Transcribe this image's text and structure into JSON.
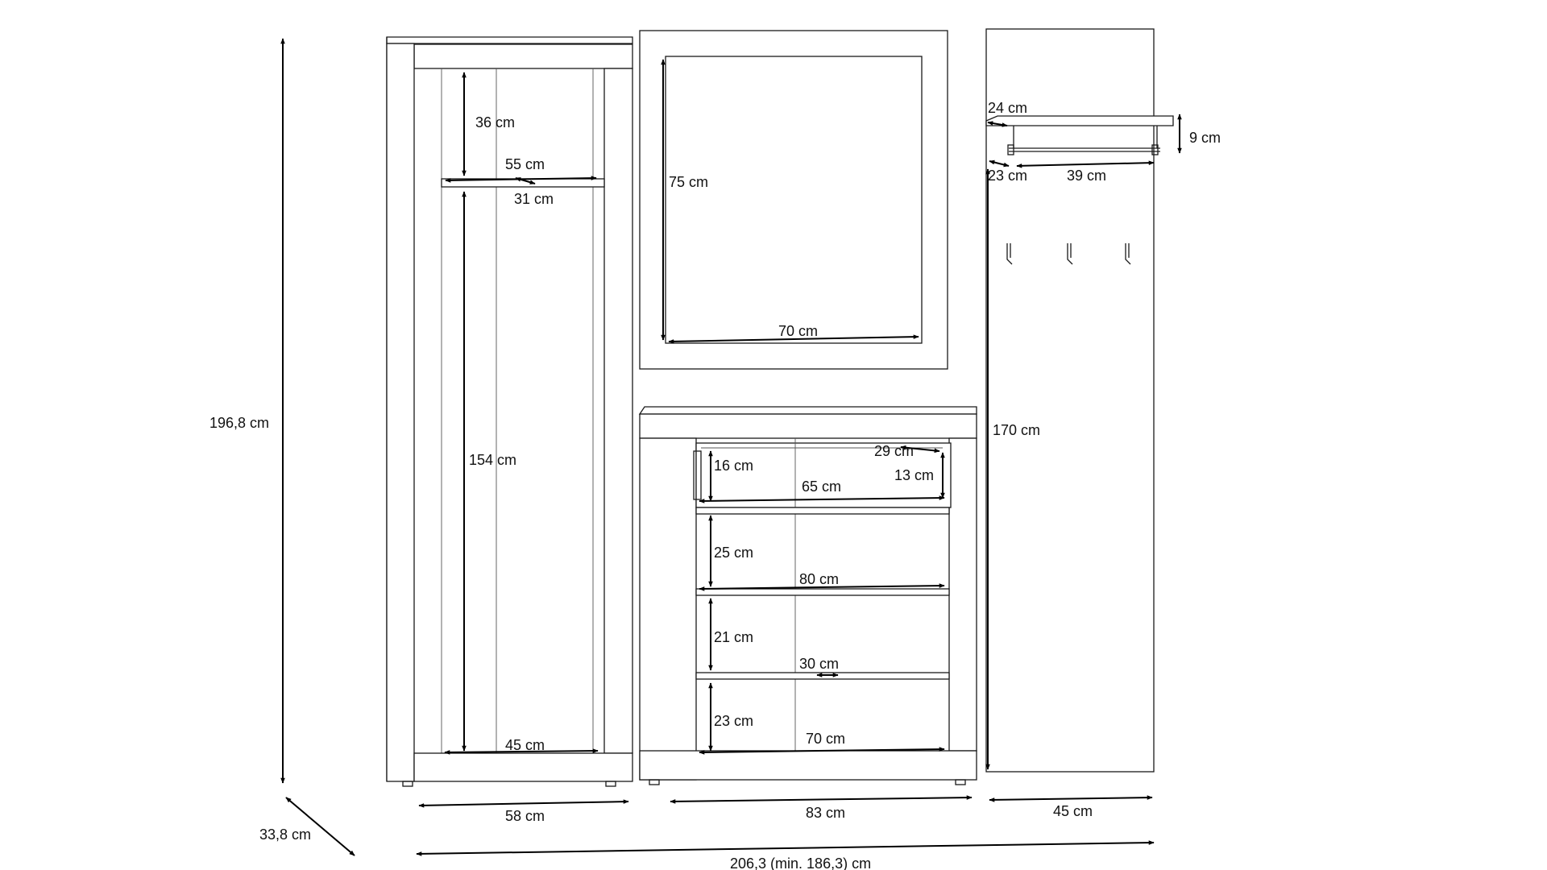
{
  "total_height": "196,8 cm",
  "depth": "33,8 cm",
  "total_width": "206,3 (min. 186,3) cm",
  "wardrobe": {
    "top_compartment_height": "36 cm",
    "shelf_width": "55 cm",
    "shelf_depth": "31 cm",
    "lower_compartment_height": "154 cm",
    "base_width": "45 cm",
    "outer_width": "58 cm"
  },
  "mirror": {
    "height": "75 cm",
    "width": "70 cm"
  },
  "shoe_cabinet": {
    "drawer_depth": "29 cm",
    "drawer_front_height": "16 cm",
    "drawer_inner_height": "13 cm",
    "drawer_width": "65 cm",
    "compartment_1_height": "25 cm",
    "shelf_width": "80 cm",
    "compartment_2_height": "21 cm",
    "shelf_depth": "30 cm",
    "compartment_3_height": "23 cm",
    "base_width": "70 cm",
    "outer_width": "83 cm"
  },
  "coat_panel": {
    "shelf_depth": "24 cm",
    "shelf_height": "9 cm",
    "rail_depth": "23 cm",
    "shelf_width": "39 cm",
    "panel_height": "170 cm",
    "outer_width": "45 cm"
  }
}
